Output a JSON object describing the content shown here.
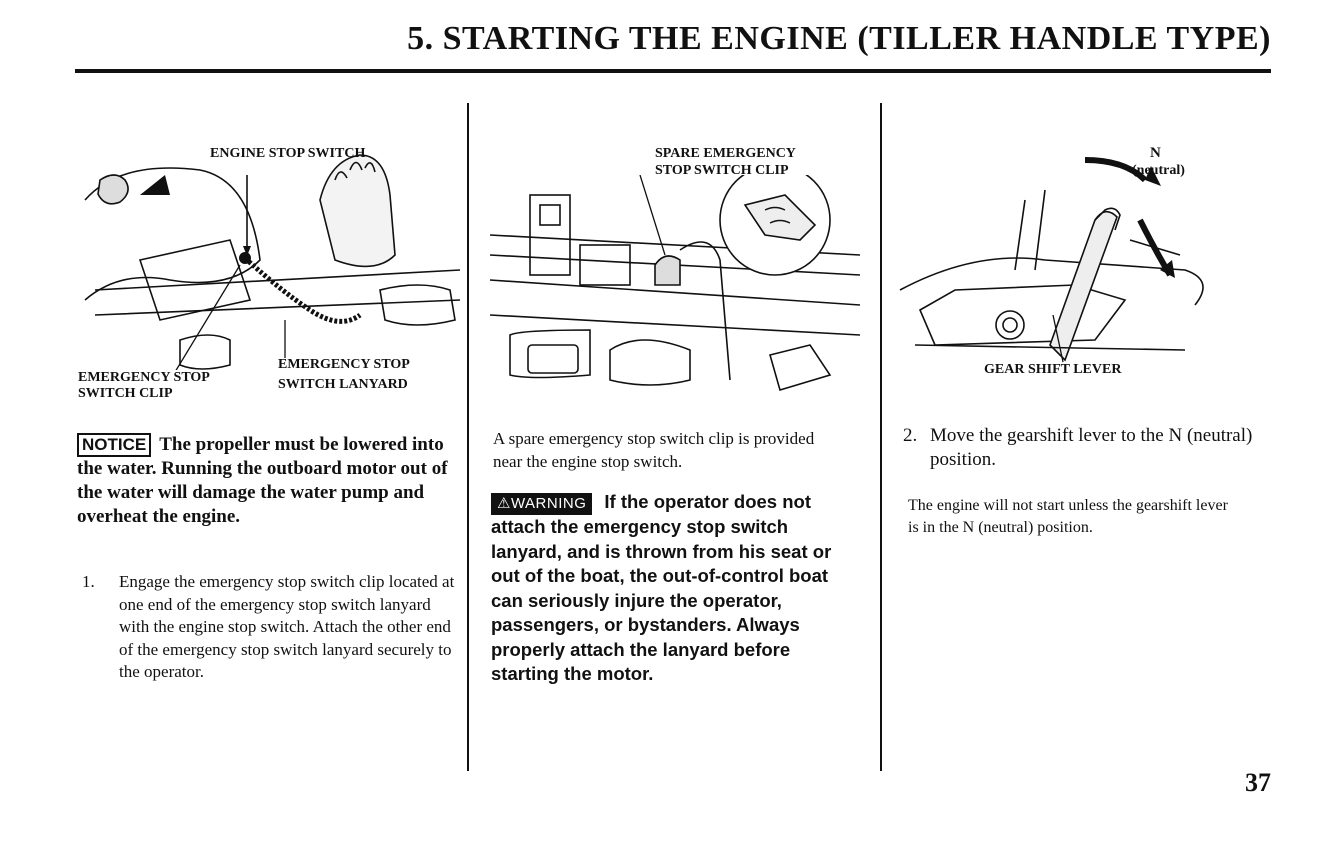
{
  "header": {
    "title": "5. STARTING THE ENGINE (TILLER HANDLE TYPE)"
  },
  "figure1": {
    "label_engine_stop_switch": "ENGINE STOP SWITCH",
    "label_clip_line1": "EMERGENCY STOP",
    "label_clip_line2": "SWITCH CLIP",
    "label_lanyard_line1": "EMERGENCY STOP",
    "label_lanyard_line2": "SWITCH LANYARD"
  },
  "figure2": {
    "label_line1": "SPARE EMERGENCY",
    "label_line2": "STOP SWITCH CLIP"
  },
  "figure3": {
    "label_n": "N",
    "label_neutral": "(neutral)",
    "label_gear": "GEAR SHIFT LEVER"
  },
  "notice": {
    "badge": "NOTICE",
    "text": "The propeller must be lowered into the water. Running the outboard motor out of the water will damage the water pump and overheat the engine."
  },
  "step1": {
    "number": "1.",
    "text": "Engage the emergency stop switch clip located at one end of the emergency stop switch lanyard with the engine stop switch. Attach the other end of the emergency stop switch lanyard securely to the operator."
  },
  "middle": {
    "spare_text": "A spare emergency stop switch clip is provided near the engine stop switch.",
    "warning_badge": "⚠WARNING",
    "warning_text": "If the operator does not attach the emergency stop switch lanyard, and is thrown from his seat or out of the boat, the out-of-control boat can seriously injure the operator, passengers, or bystanders. Always properly attach the lanyard before starting the motor."
  },
  "step2": {
    "number": "2.",
    "text": "Move the gearshift lever to the N (neutral) position."
  },
  "right_text": "The engine will not start unless the gearshift lever is in the N (neutral) position.",
  "page_number": "37"
}
